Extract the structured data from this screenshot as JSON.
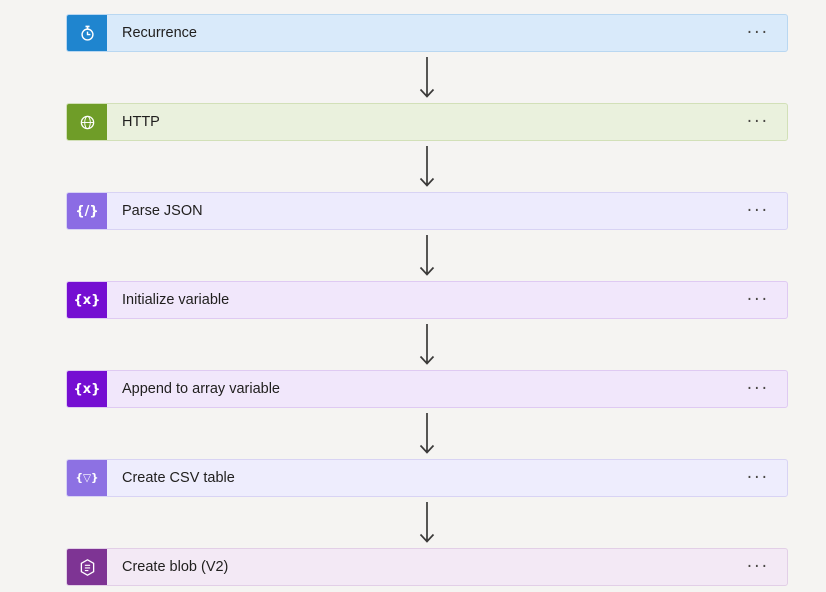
{
  "colors": {
    "canvas_bg": "#f5f4f2",
    "connector": "#3b3a39"
  },
  "ui": {
    "menu_glyph": "···"
  },
  "steps": [
    {
      "label": "Recurrence",
      "icon": "recurrence-clock-icon",
      "accent": "#1f85cf",
      "card_bg": "#d9eafa",
      "border": "#b9d7f1"
    },
    {
      "label": "HTTP",
      "icon": "globe-icon",
      "accent": "#6f9d28",
      "card_bg": "#eaf1dd",
      "border": "#d2e0b8"
    },
    {
      "label": "Parse JSON",
      "icon": "braces-slash-icon",
      "icon_glyph": "{/}",
      "accent": "#8b6ce4",
      "card_bg": "#edebfd",
      "border": "#d8d3f4"
    },
    {
      "label": "Initialize variable",
      "icon": "braces-x-icon",
      "icon_glyph": "{x}",
      "accent": "#750ed2",
      "card_bg": "#f1e7fb",
      "border": "#dfcaf2"
    },
    {
      "label": "Append to array variable",
      "icon": "braces-x-icon",
      "icon_glyph": "{x}",
      "accent": "#750ed2",
      "card_bg": "#f1e7fb",
      "border": "#dfcaf2"
    },
    {
      "label": "Create CSV table",
      "icon": "braces-table-icon",
      "icon_glyph": "{▽}",
      "accent": "#8d71e3",
      "card_bg": "#eeedfd",
      "border": "#d8d3f4"
    },
    {
      "label": "Create blob (V2)",
      "icon": "blob-storage-icon",
      "accent": "#7e3494",
      "card_bg": "#f3e9f5",
      "border": "#e2cfe7"
    }
  ]
}
